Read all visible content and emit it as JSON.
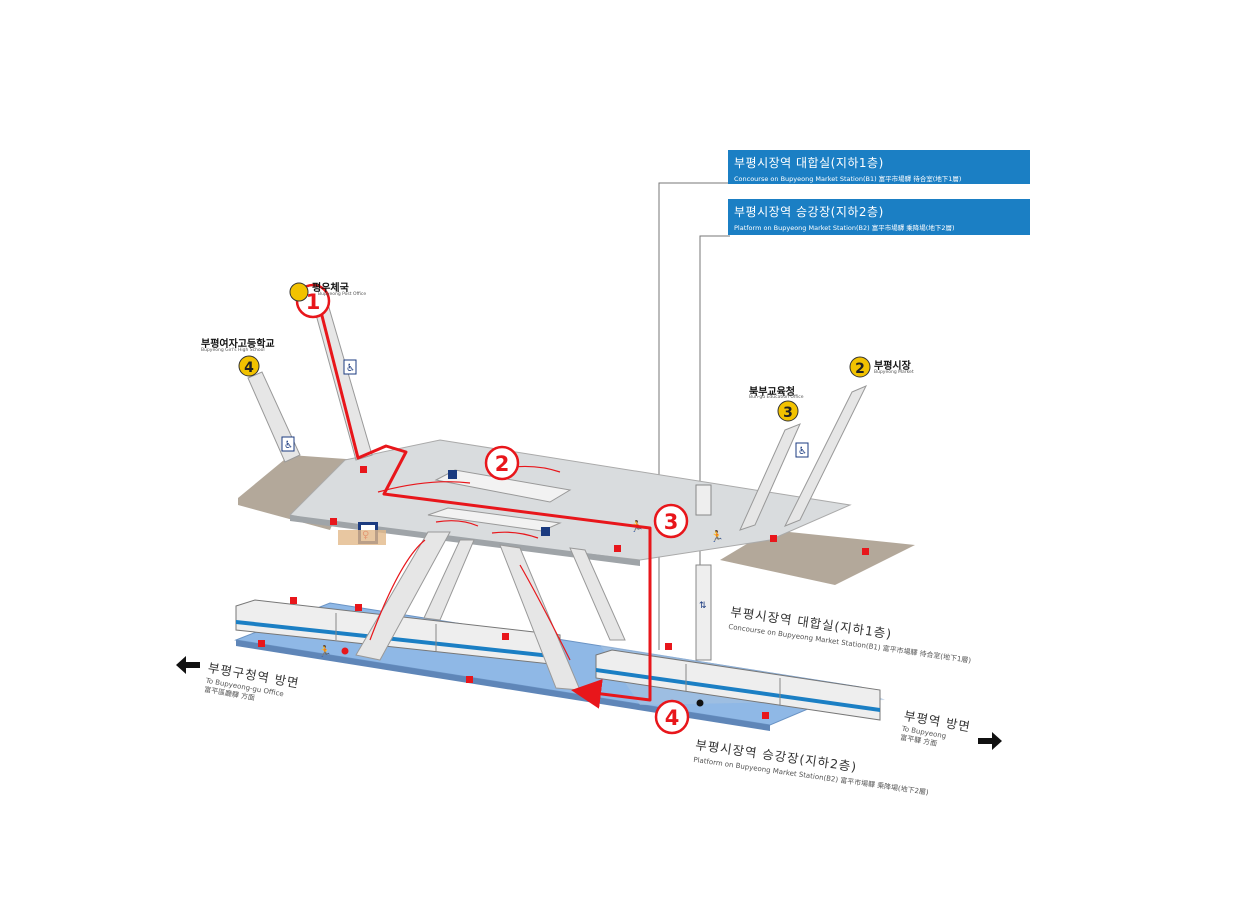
{
  "legend_boxes": {
    "concourse": {
      "ko": "부평시장역 대합실(지하1층)",
      "en": "Concourse on Bupyeong Market Station(B1) 富平市場驛 待合室(地下1層)"
    },
    "platform": {
      "ko": "부평시장역 승강장(지하2층)",
      "en": "Platform on Bupyeong Market Station(B2) 富平市場驛 乘降場(地下2層)"
    }
  },
  "level_labels": {
    "concourse": {
      "ko": "부평시장역 대합실(지하1층)",
      "en": "Concourse on Bupyeong Market Station(B1) 富平市場驛 待合室(地下1層)"
    },
    "platform": {
      "ko": "부평시장역 승강장(지하2층)",
      "en": "Platform on Bupyeong Market Station(B2) 富平市場驛 乘降場(地下2層)"
    }
  },
  "directions": {
    "left": {
      "ko": "부평구청역 방면",
      "en": "To Bupyeong-gu Office",
      "hanja": "富平區廳驛 方面"
    },
    "right": {
      "ko": "부평역 방면",
      "en": "To Bupyeong",
      "hanja": "富平驛 方面"
    }
  },
  "exits": [
    {
      "number": "1",
      "ko": "평우체국",
      "en": "Bupyeong Post Office",
      "color": "#f2c200"
    },
    {
      "number": "2",
      "ko": "부평시장",
      "en": "Bupyeong Market",
      "color": "#f2c200"
    },
    {
      "number": "3",
      "ko": "북부교육청",
      "en": "Bun-gu Education Office",
      "color": "#f2c200"
    },
    {
      "number": "4",
      "ko": "부평여자고등학교",
      "en": "Bupyeong Girl's High School",
      "color": "#f2c200"
    }
  ],
  "route_steps": [
    "1",
    "2",
    "3",
    "4"
  ],
  "colors": {
    "route": "#e8161b",
    "legend_box": "#1b7fc4",
    "platform_floor": "#8fb8e6",
    "concourse_floor": "#d9dcde",
    "ground_tan": "#b3a89a"
  },
  "icons": [
    "wheelchair-icon",
    "escalator-icon",
    "restroom-icon",
    "elevator-icon",
    "running-man-icon"
  ]
}
